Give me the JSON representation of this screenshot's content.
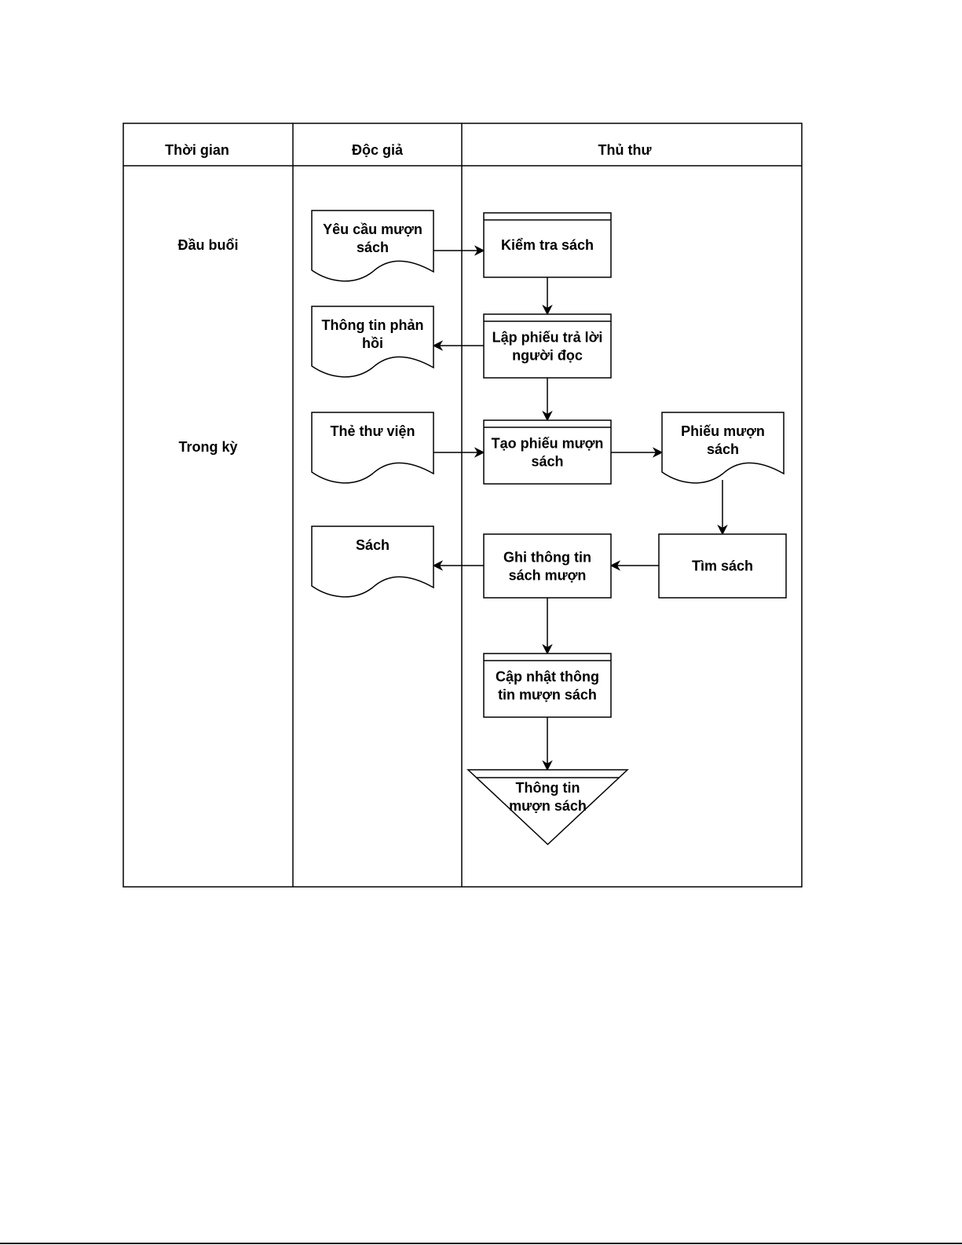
{
  "diagram": {
    "type": "swimlane-flowchart",
    "lanes": [
      {
        "id": "time",
        "header": "Thời gian"
      },
      {
        "id": "reader",
        "header": "Độc giả"
      },
      {
        "id": "librarian",
        "header": "Thủ thư"
      }
    ],
    "phases": [
      {
        "id": "phase-start",
        "label": "Đầu buổi"
      },
      {
        "id": "phase-during",
        "label": "Trong kỳ"
      }
    ],
    "nodes": {
      "yeu_cau": {
        "kind": "document",
        "lane": "reader",
        "lines": [
          "Yêu cầu mượn",
          "sách"
        ]
      },
      "thong_tin_phan_hoi": {
        "kind": "document",
        "lane": "reader",
        "lines": [
          "Thông tin phản",
          "hồi"
        ]
      },
      "the_thu_vien": {
        "kind": "document",
        "lane": "reader",
        "lines": [
          "Thẻ thư viện"
        ]
      },
      "sach": {
        "kind": "document",
        "lane": "reader",
        "lines": [
          "Sách"
        ]
      },
      "kiem_tra": {
        "kind": "process",
        "lane": "librarian",
        "lines": [
          "Kiểm tra sách"
        ]
      },
      "lap_phieu": {
        "kind": "process",
        "lane": "librarian",
        "lines": [
          "Lập phiếu trả lời",
          "người đọc"
        ]
      },
      "tao_phieu": {
        "kind": "process",
        "lane": "librarian",
        "lines": [
          "Tạo phiếu mượn",
          "sách"
        ]
      },
      "phieu_muon": {
        "kind": "document",
        "lane": "librarian",
        "lines": [
          "Phiếu mượn",
          "sách"
        ]
      },
      "tim_sach": {
        "kind": "box",
        "lane": "librarian",
        "lines": [
          "Tìm sách"
        ]
      },
      "ghi_thong_tin": {
        "kind": "box",
        "lane": "librarian",
        "lines": [
          "Ghi thông tin",
          "sách mượn"
        ]
      },
      "cap_nhat": {
        "kind": "process",
        "lane": "librarian",
        "lines": [
          "Cập nhật thông",
          "tin mượn sách"
        ]
      },
      "luu_tru": {
        "kind": "storage",
        "lane": "librarian",
        "lines": [
          "Thông tin",
          "mượn sách"
        ]
      }
    },
    "edges": [
      {
        "from": "yeu_cau",
        "to": "kiem_tra"
      },
      {
        "from": "kiem_tra",
        "to": "lap_phieu"
      },
      {
        "from": "lap_phieu",
        "to": "thong_tin_phan_hoi"
      },
      {
        "from": "lap_phieu",
        "to": "tao_phieu"
      },
      {
        "from": "the_thu_vien",
        "to": "tao_phieu"
      },
      {
        "from": "tao_phieu",
        "to": "phieu_muon"
      },
      {
        "from": "phieu_muon",
        "to": "tim_sach"
      },
      {
        "from": "tim_sach",
        "to": "ghi_thong_tin"
      },
      {
        "from": "ghi_thong_tin",
        "to": "sach"
      },
      {
        "from": "ghi_thong_tin",
        "to": "cap_nhat"
      },
      {
        "from": "cap_nhat",
        "to": "luu_tru"
      }
    ]
  }
}
